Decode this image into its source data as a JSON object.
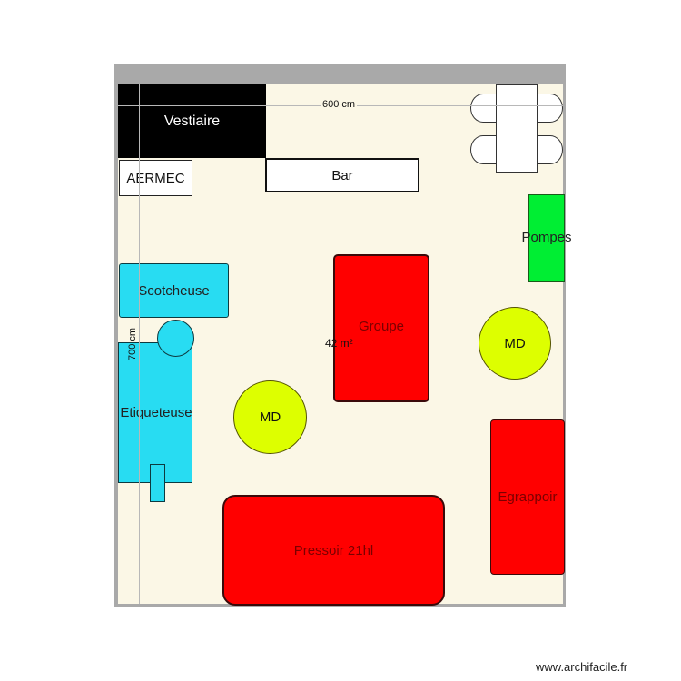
{
  "plan": {
    "colors": {
      "wall": "#a9a9a9",
      "floor": "#fbf7e6",
      "vestiaire": "#000000",
      "equipment_red": "#ff0000",
      "equipment_cyan": "#28dcf2",
      "md": "#ddff00",
      "pompes": "#00ee33"
    },
    "dimensions": {
      "width": "600 cm",
      "height": "700 cm",
      "area": "42 m²"
    },
    "rooms": {
      "vestiaire": "Vestiaire",
      "aermec": "AERMEC",
      "bar": "Bar"
    },
    "equipment": {
      "pompes": "Pompes",
      "scotcheuse": "Scotcheuse",
      "groupe": "Groupe",
      "md_right": "MD",
      "md_left": "MD",
      "etiqueteuse": "Etiqueteuse",
      "egrappoir": "Egrappoir",
      "pressoir": "Pressoir 21hl"
    }
  },
  "footer": {
    "watermark": "www.archifacile.fr"
  }
}
